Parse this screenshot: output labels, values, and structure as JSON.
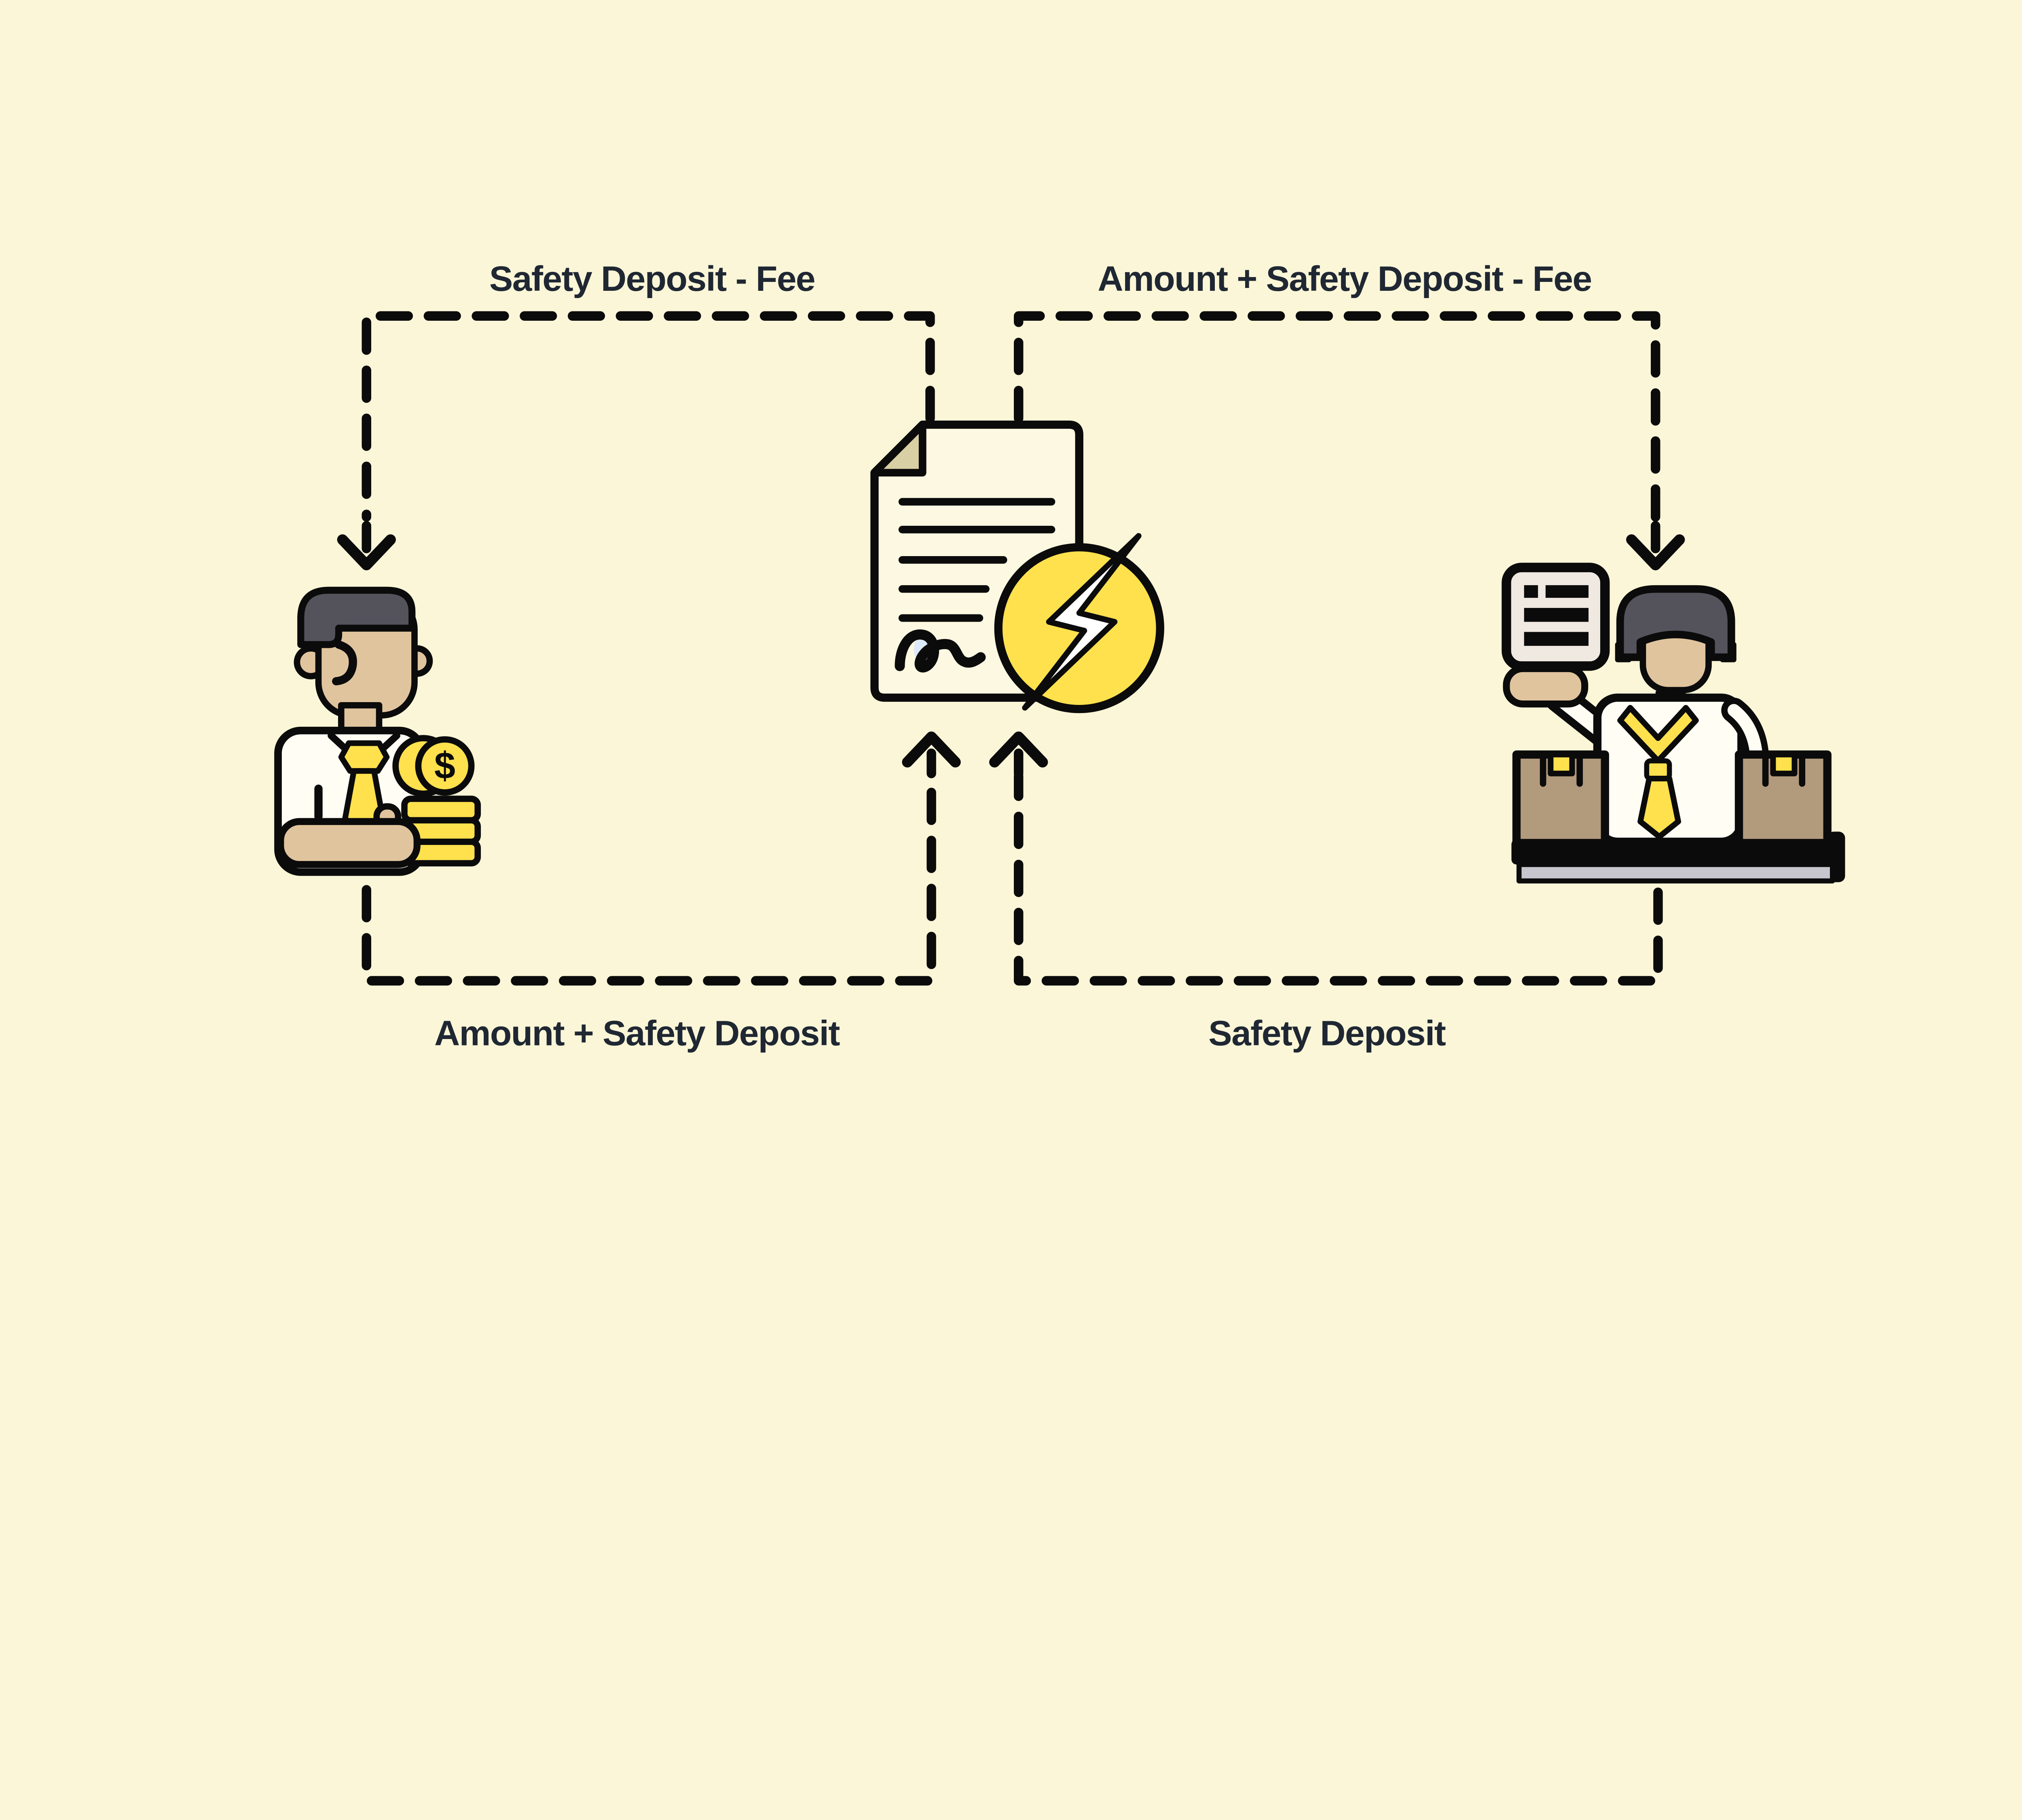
{
  "canvas": {
    "background": "#FBF6D7"
  },
  "colors": {
    "line_ink": "#0B0B0B",
    "label_text": "#1F2733",
    "accent_yellow": "#FFE14D",
    "skin_tan": "#E0C49E",
    "skin_light": "#F7DFB2",
    "hair_gray": "#54535C",
    "paper_cream": "#FCF8E2",
    "paper_fold_tan": "#D9CFA4",
    "shirt_white": "#FFFDF4",
    "parcel_brown": "#B29A7C",
    "counter_gray": "#C7C6CE",
    "clipboard_gray": "#EFE9E1",
    "signature_dot_blue": "#DDE8FA",
    "bolt_white": "#FFFFFF"
  },
  "flows": {
    "contract_to_buyer": {
      "label": "Safety Deposit - Fee"
    },
    "contract_to_seller": {
      "label": "Amount + Safety Deposit - Fee"
    },
    "buyer_to_contract": {
      "label": "Amount + Safety Deposit"
    },
    "seller_to_contract": {
      "label": "Safety Deposit"
    }
  },
  "nodes": {
    "buyer": {
      "icon": "businessman-with-coins-icon",
      "coin_symbol": "$"
    },
    "contract": {
      "icon": "signed-contract-lightning-icon"
    },
    "seller": {
      "icon": "merchant-with-parcels-icon"
    }
  }
}
